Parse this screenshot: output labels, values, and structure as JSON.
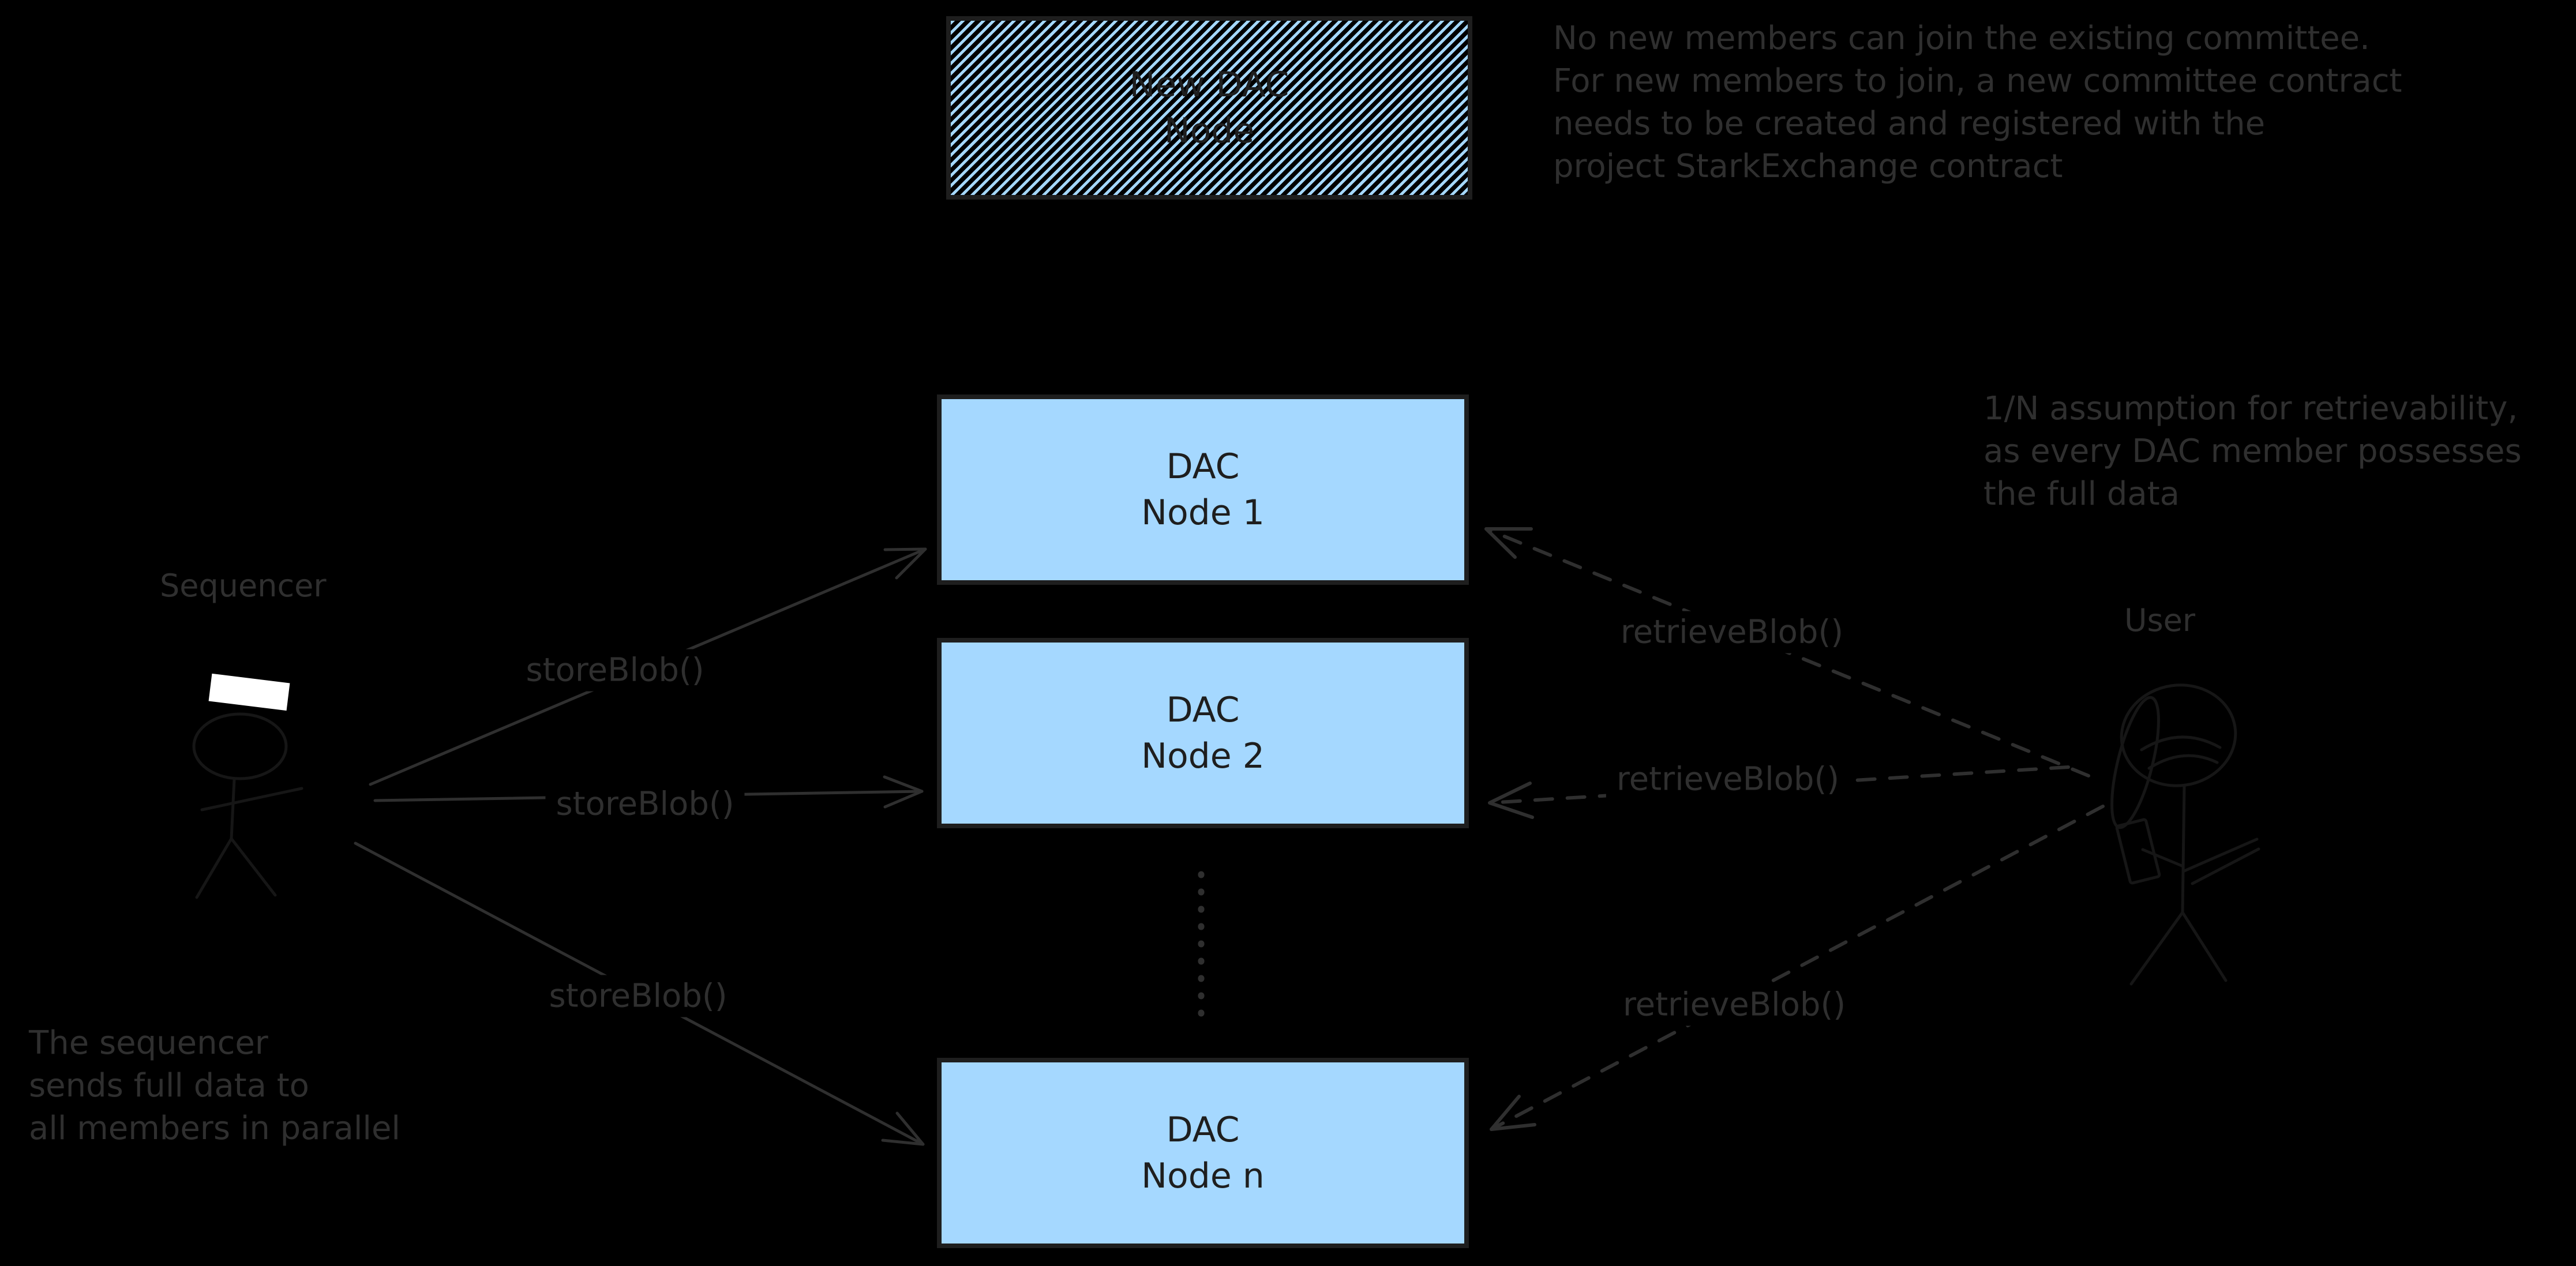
{
  "colors": {
    "accent_blue": "#a5d8ff",
    "box_border": "#1e1e1e",
    "box_text": "#1e1e1e",
    "annotation": "#2f2f2f",
    "figure": "#161616",
    "hat_white": "#ffffff"
  },
  "boxes": {
    "new_dac_node": {
      "line1": "New DAC",
      "line2": "Node"
    },
    "dac_node_1": {
      "line1": "DAC",
      "line2": "Node 1"
    },
    "dac_node_2": {
      "line1": "DAC",
      "line2": "Node 2"
    },
    "dac_node_n": {
      "line1": "DAC",
      "line2": "Node n"
    }
  },
  "actors": {
    "sequencer": {
      "label": "Sequencer"
    },
    "user": {
      "label": "User"
    }
  },
  "edge_labels": {
    "store": "storeBlob()",
    "retrieve": "retrieveBlob()"
  },
  "notes": {
    "committee": {
      "lines": [
        "No new members can join the existing committee.",
        "For new members to join, a new committee contract",
        "needs to be created and registered with the",
        "project StarkExchange contract"
      ]
    },
    "retrievability": {
      "lines": [
        "1/N assumption for retrievability,",
        "as every DAC member possesses",
        "the full data"
      ]
    },
    "parallel_send": {
      "lines": [
        "The sequencer",
        "sends full data to",
        "all members in parallel"
      ]
    }
  }
}
